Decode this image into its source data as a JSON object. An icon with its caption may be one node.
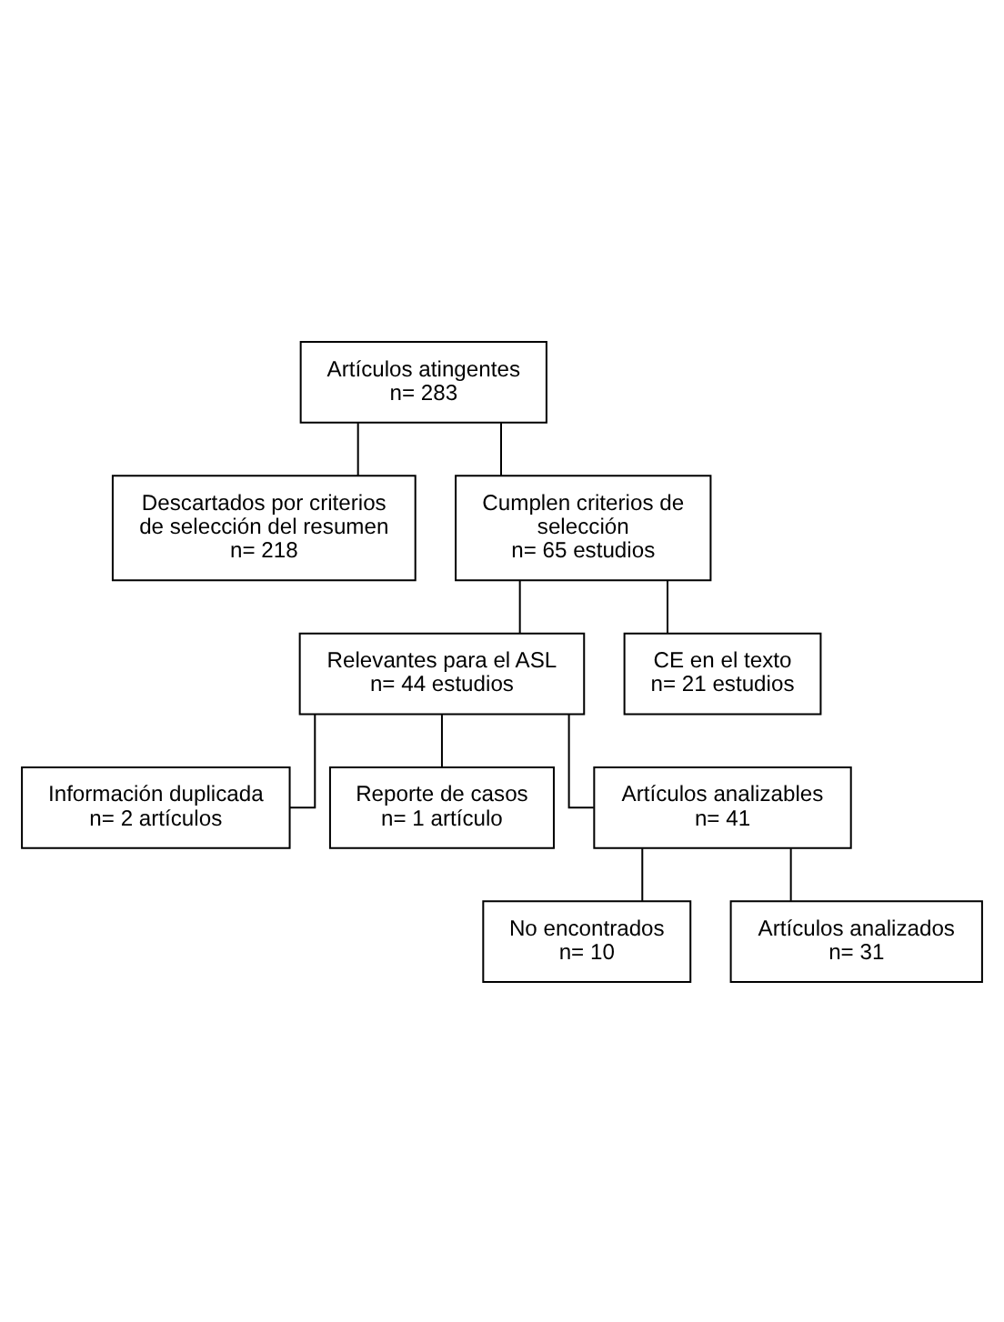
{
  "diagram": {
    "nodes": [
      {
        "text": [
          "Artículos atingentes",
          "n= 283"
        ]
      },
      {
        "text": [
          "Descartados por criterios de selección del resumen",
          "n= 218"
        ]
      },
      {
        "text": [
          "Cumplen criterios de selección",
          "n= 65 estudios"
        ]
      },
      {
        "text": [
          "Relevantes para el ASL",
          "n= 44 estudios"
        ]
      },
      {
        "text": [
          "CE en el texto",
          "n= 21 estudios"
        ]
      },
      {
        "text": [
          "Información duplicada",
          "n= 2 artículos"
        ]
      },
      {
        "text": [
          "Reporte de casos",
          "n= 1 artículo"
        ]
      },
      {
        "text": [
          "Artículos analizables",
          "n= 41"
        ]
      },
      {
        "text": [
          "No encontrados",
          "n= 10"
        ]
      },
      {
        "text": [
          "Artículos analizados",
          "n= 31"
        ]
      }
    ],
    "edges": [
      {
        "from": 0,
        "to": 1,
        "arrow": "none"
      },
      {
        "from": 0,
        "to": 2,
        "arrow": "none"
      },
      {
        "from": 2,
        "to": 3,
        "arrow": "none"
      },
      {
        "from": 2,
        "to": 4,
        "arrow": "none"
      },
      {
        "from": 3,
        "to": 5,
        "arrow": "none"
      },
      {
        "from": 3,
        "to": 6,
        "arrow": "none"
      },
      {
        "from": 3,
        "to": 7,
        "arrow": "none"
      },
      {
        "from": 7,
        "to": 8,
        "arrow": "none"
      },
      {
        "from": 7,
        "to": 9,
        "arrow": "none"
      }
    ]
  }
}
